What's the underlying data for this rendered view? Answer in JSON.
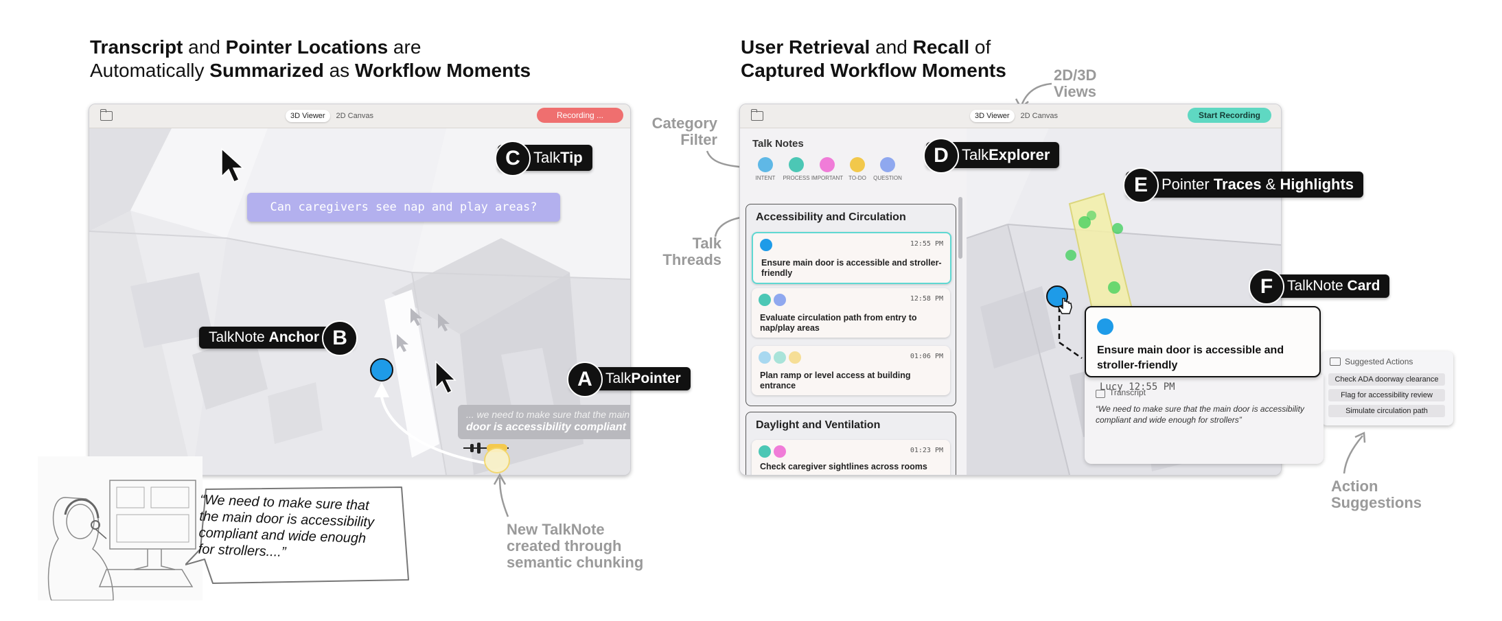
{
  "left_title": {
    "line1": {
      "p1": "Transcript",
      "p2": " and ",
      "p3": "Pointer Locations",
      "p4": " are"
    },
    "line2": {
      "p1": "Automatically ",
      "p2": "Summarized",
      "p3": " as ",
      "p4": "Workflow Moments"
    }
  },
  "right_title": {
    "line1": {
      "p1": "User Retrieval",
      "p2": " and ",
      "p3": "Recall",
      "p4": " of"
    },
    "line2": {
      "p1": "Captured Workflow Moments"
    }
  },
  "left_app": {
    "tab_3d": "3D Viewer",
    "tab_2d": "2D Canvas",
    "recording_label": "Recording ...",
    "talktip_text": "Can caregivers see nap and play areas?",
    "caption_line1": "... we need to make sure that the main",
    "caption_line2": "door is accessibility compliant"
  },
  "labels": {
    "a": {
      "letter": "A",
      "p1": "Talk",
      "p2": "Pointer"
    },
    "b": {
      "letter": "B",
      "p1": "TalkNote ",
      "p2": "Anchor"
    },
    "c": {
      "letter": "C",
      "p1": "Talk",
      "p2": "Tip"
    },
    "d": {
      "letter": "D",
      "p1": "Talk",
      "p2": "Explorer"
    },
    "e": {
      "letter": "E",
      "p1": "Pointer ",
      "p2": "Traces",
      "p3": " & ",
      "p4": "Highlights"
    },
    "f": {
      "letter": "F",
      "p1": "TalkNote ",
      "p2": "Card"
    }
  },
  "speech_bubble": {
    "l1": "“We need to make sure that",
    "l2": "the main door is accessibility",
    "l3": "compliant and wide enough",
    "l4": "for strollers....”"
  },
  "new_talknote_note": {
    "l1": "New TalkNote",
    "l2": "created through",
    "l3": "semantic chunking"
  },
  "annotations": {
    "views": {
      "l1": "2D/3D",
      "l2": "Views"
    },
    "category": {
      "l1": "Category",
      "l2": "Filter"
    },
    "threads": {
      "l1": "Talk",
      "l2": "Threads"
    },
    "actions": {
      "l1": "Action",
      "l2": "Suggestions"
    }
  },
  "right_app": {
    "tab_3d": "3D Viewer",
    "tab_2d": "2D Canvas",
    "start_recording": "Start Recording",
    "sidebar_title": "Talk Notes",
    "categories": [
      {
        "label": "INTENT",
        "color": "#5fb8e6"
      },
      {
        "label": "PROCESS",
        "color": "#4cc7b5"
      },
      {
        "label": "IMPORTANT",
        "color": "#f07cd8"
      },
      {
        "label": "TO-DO",
        "color": "#f2c84b"
      },
      {
        "label": "QUESTION",
        "color": "#8fa8ef"
      }
    ],
    "thread1": {
      "title": "Accessibility and Circulation",
      "notes": [
        {
          "time": "12:55 PM",
          "title": "Ensure main door is accessible and stroller-friendly"
        },
        {
          "time": "12:58 PM",
          "title": "Evaluate circulation path from entry to nap/play areas"
        },
        {
          "time": "01:06 PM",
          "title": "Plan ramp or level access at building entrance"
        }
      ]
    },
    "thread2": {
      "title": "Daylight and Ventilation",
      "notes": [
        {
          "time": "01:23 PM",
          "title": "Check caregiver sightlines across rooms"
        }
      ]
    }
  },
  "talknote_card": {
    "title": "Ensure main door is accessible and stroller-friendly",
    "meta": "Lucy 12:55 PM",
    "transcript_label": "Transcript",
    "transcript_text": "“We need to make sure that the main door is accessibility compliant and wide enough for strollers”"
  },
  "suggested_actions": {
    "title": "Suggested Actions",
    "items": [
      "Check ADA doorway clearance",
      "Flag for accessibility review",
      "Simulate circulation path"
    ]
  }
}
